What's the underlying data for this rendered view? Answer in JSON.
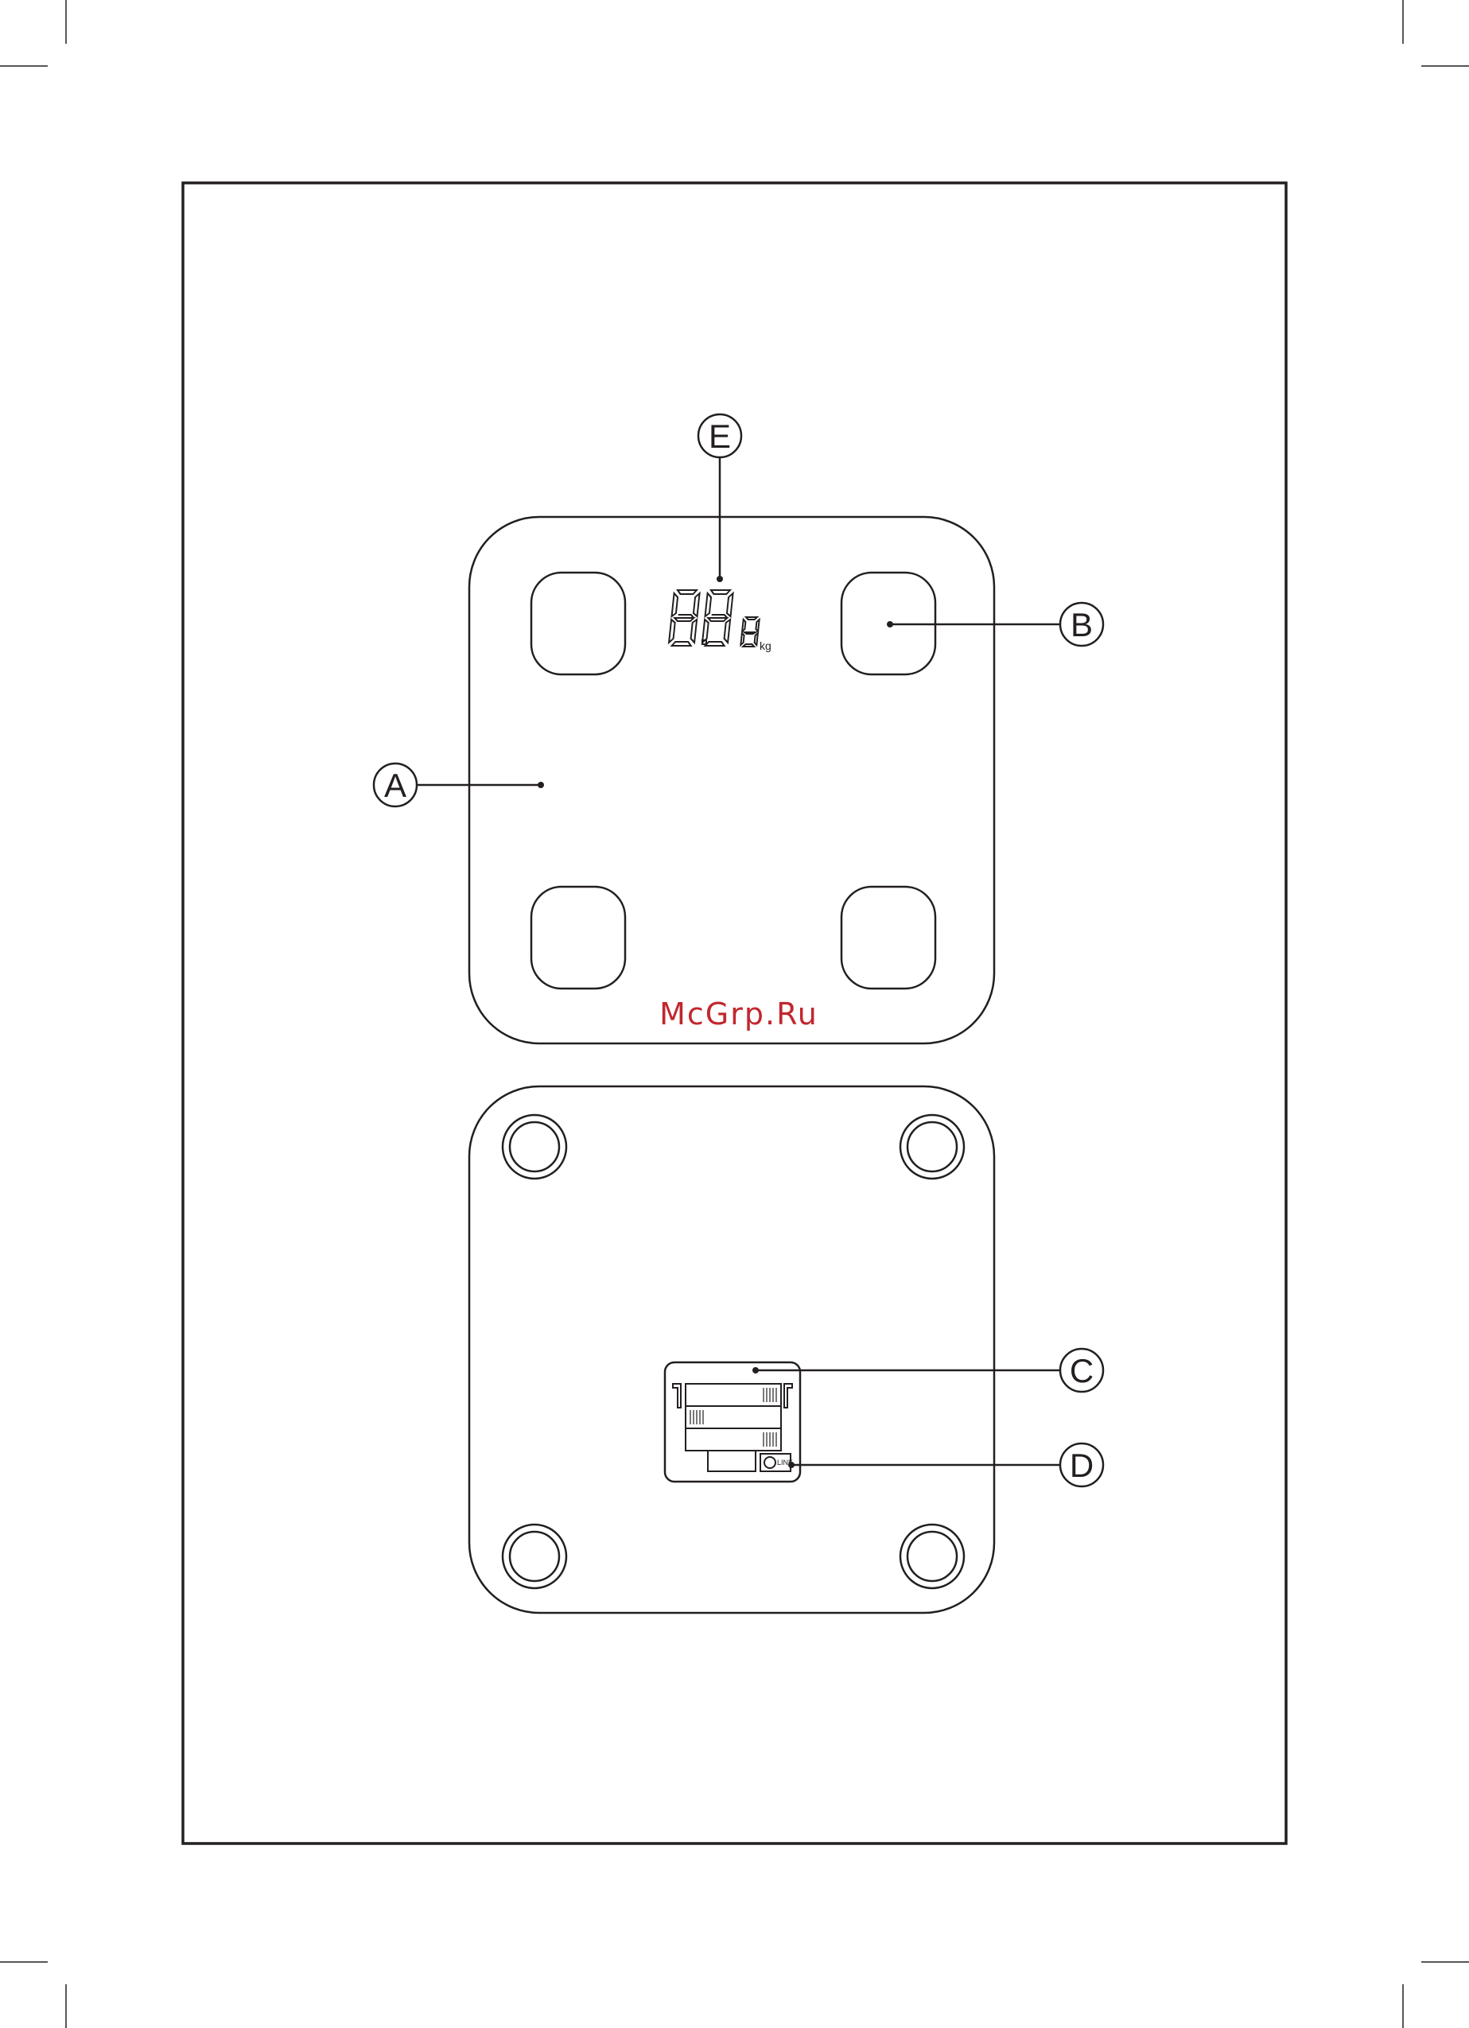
{
  "callouts": {
    "a": "A",
    "b": "B",
    "c": "C",
    "d": "D",
    "e": "E"
  },
  "display": {
    "reading": "88.8",
    "unit": "kg"
  },
  "battery": {
    "button_label": "LINK"
  },
  "watermark": "McGrp.Ru",
  "colors": {
    "line": "#231f20",
    "watermark": "#c1272d"
  }
}
